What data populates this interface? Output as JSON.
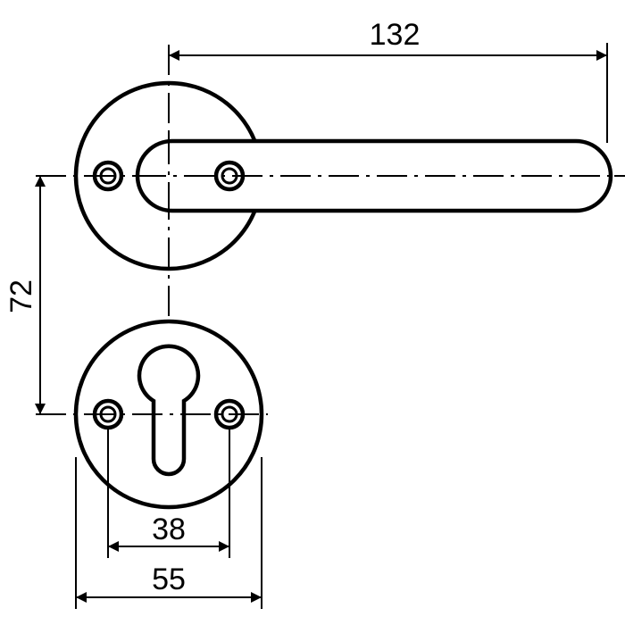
{
  "dimensions": {
    "handle_length": "132",
    "rose_spacing": "72",
    "screw_spacing": "38",
    "rose_diameter": "55"
  }
}
